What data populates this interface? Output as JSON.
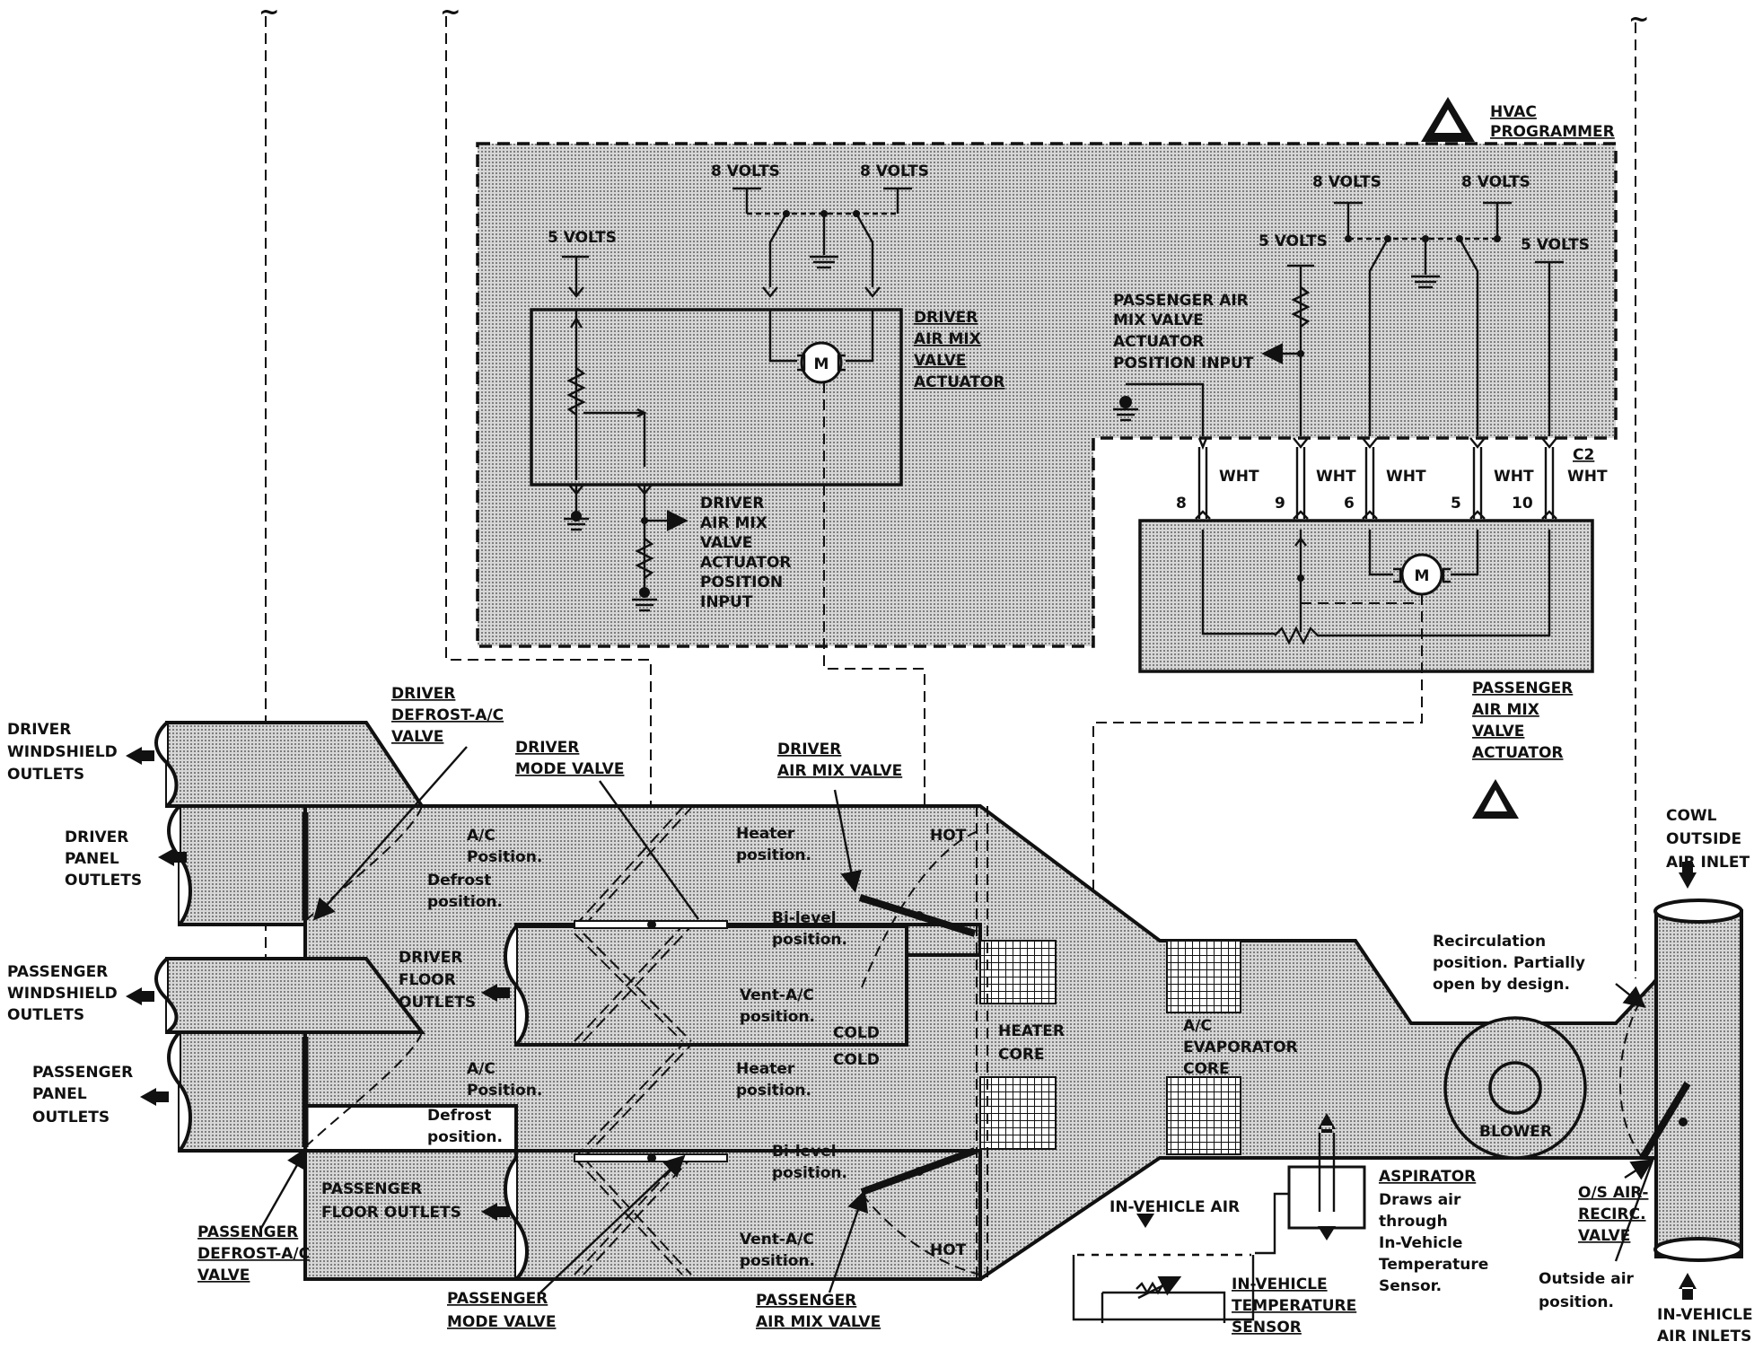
{
  "colors": {
    "line": "#111111",
    "fill_dots": "#9a9a9a",
    "background": "#ffffff"
  },
  "icons": {
    "esd": "esd-warning-icon",
    "motor": "motor-icon",
    "ground": "ground-icon",
    "arrow": "arrow-icon"
  },
  "programmer": {
    "title_1": "HVAC",
    "title_2": "PROGRAMMER",
    "volts8_a": "8 VOLTS",
    "volts8_b": "8 VOLTS",
    "volts8_c": "8 VOLTS",
    "volts8_d": "8 VOLTS",
    "volts5_a": "5 VOLTS",
    "volts5_b": "5 VOLTS",
    "volts5_c": "5 VOLTS",
    "pass_input_1": "PASSENGER AIR",
    "pass_input_2": "MIX VALVE",
    "pass_input_3": "ACTUATOR",
    "pass_input_4": "POSITION INPUT",
    "drv_input_1": "DRIVER",
    "drv_input_2": "AIR MIX",
    "drv_input_3": "VALVE",
    "drv_input_4": "ACTUATOR",
    "drv_input_5": "POSITION",
    "drv_input_6": "INPUT"
  },
  "driver_actuator": {
    "l1": "DRIVER",
    "l2": "AIR MIX",
    "l3": "VALVE",
    "l4": "ACTUATOR",
    "motor": "M"
  },
  "passenger_actuator": {
    "l1": "PASSENGER",
    "l2": "AIR  MIX",
    "l3": "VALVE",
    "l4": "ACTUATOR",
    "motor": "M"
  },
  "connector": {
    "name": "C2",
    "wires": [
      {
        "pin": "8",
        "color": "WHT"
      },
      {
        "pin": "9",
        "color": "WHT"
      },
      {
        "pin": "6",
        "color": "WHT"
      },
      {
        "pin": "5",
        "color": "WHT"
      },
      {
        "pin": "10",
        "color": "WHT"
      }
    ]
  },
  "outlets": {
    "driver_windshield_1": "DRIVER",
    "driver_windshield_2": "WINDSHIELD",
    "driver_windshield_3": "OUTLETS",
    "driver_panel_1": "DRIVER",
    "driver_panel_2": "PANEL",
    "driver_panel_3": "OUTLETS",
    "driver_floor_1": "DRIVER",
    "driver_floor_2": "FLOOR",
    "driver_floor_3": "OUTLETS",
    "pass_windshield_1": "PASSENGER",
    "pass_windshield_2": "WINDSHIELD",
    "pass_windshield_3": "OUTLETS",
    "pass_panel_1": "PASSENGER",
    "pass_panel_2": "PANEL",
    "pass_panel_3": "OUTLETS",
    "pass_floor_1": "PASSENGER",
    "pass_floor_2": "FLOOR OUTLETS"
  },
  "valves": {
    "driver_defrost_1": "DRIVER",
    "driver_defrost_2": "DEFROST-A/C",
    "driver_defrost_3": "VALVE",
    "driver_mode_1": "DRIVER",
    "driver_mode_2": "MODE VALVE",
    "driver_airmix_1": "DRIVER",
    "driver_airmix_2": "AIR MIX VALVE",
    "pass_defrost_1": "PASSENGER",
    "pass_defrost_2": "DEFROST-A/C",
    "pass_defrost_3": "VALVE",
    "pass_mode_1": "PASSENGER",
    "pass_mode_2": "MODE VALVE",
    "pass_airmix_1": "PASSENGER",
    "pass_airmix_2": "AIR MIX VALVE",
    "recirc_1": "O/S AIR-",
    "recirc_2": "RECIRC.",
    "recirc_3": "VALVE"
  },
  "positions": {
    "ac_1a": "A/C",
    "ac_1b": "Position.",
    "defrost_1a": "Defrost",
    "defrost_1b": "position.",
    "heater_1a": "Heater",
    "heater_1b": "position.",
    "bilevel_1a": "Bi-level",
    "bilevel_1b": "position.",
    "vent_1a": "Vent-A/C",
    "vent_1b": "position.",
    "heater_2a": "Heater",
    "heater_2b": "position.",
    "ac_2a": "A/C",
    "ac_2b": "Position.",
    "defrost_2a": "Defrost",
    "defrost_2b": "position.",
    "bilevel_2a": "Bi-level",
    "bilevel_2b": "position.",
    "vent_2a": "Vent-A/C",
    "vent_2b": "position.",
    "hot_top": "HOT",
    "hot_bottom": "HOT",
    "cold_1": "COLD",
    "cold_2": "COLD",
    "recirc_pos_1": "Recirculation",
    "recirc_pos_2": "position.  Partially",
    "recirc_pos_3": "open by design.",
    "outside_pos_1": "Outside air",
    "outside_pos_2": "position."
  },
  "components": {
    "heater_core_1": "HEATER",
    "heater_core_2": "CORE",
    "evap_1": "A/C",
    "evap_2": "EVAPORATOR",
    "evap_3": "CORE",
    "blower": "BLOWER",
    "cowl_1": "COWL",
    "cowl_2": "OUTSIDE",
    "cowl_3": "AIR INLET",
    "inveh_inlets_1": "IN-VEHICLE",
    "inveh_inlets_2": "AIR INLETS",
    "inveh_air": "IN-VEHICLE AIR",
    "sensor_1": "IN-VEHICLE",
    "sensor_2": "TEMPERATURE",
    "sensor_3": "SENSOR",
    "aspirator_title": "ASPIRATOR",
    "aspirator_1": "Draws air",
    "aspirator_2": "through",
    "aspirator_3": "In-Vehicle",
    "aspirator_4": "Temperature",
    "aspirator_5": "Sensor."
  }
}
